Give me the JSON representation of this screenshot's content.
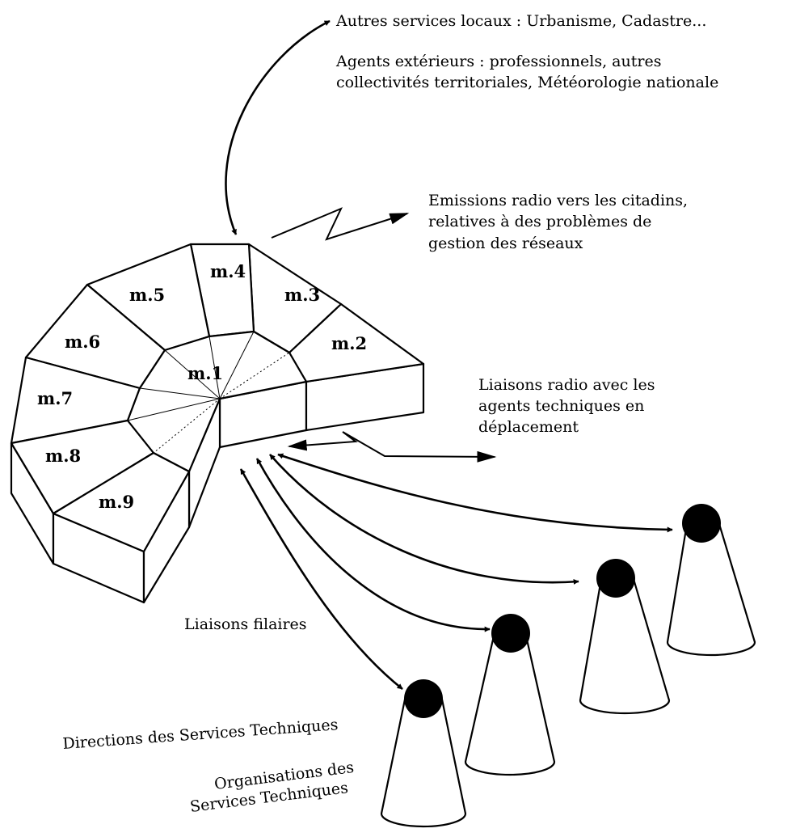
{
  "labels": {
    "services_locaux": "Autres services locaux : Urbanisme, Cadastre...",
    "agents_ext_1": "Agents extérieurs : professionnels, autres",
    "agents_ext_2": "collectivités territoriales, Météorologie nationale",
    "emissions_1": "Emissions radio vers les citadins,",
    "emissions_2": "relatives à des problèmes de",
    "emissions_3": "gestion des réseaux",
    "liaisons_radio_1": "Liaisons radio avec les",
    "liaisons_radio_2": "agents techniques en",
    "liaisons_radio_3": "déplacement",
    "liaisons_filaires": "Liaisons filaires",
    "directions": "Directions des Services Techniques",
    "organisations_1": "Organisations des",
    "organisations_2": "Services Techniques"
  },
  "segments": [
    "m.1",
    "m.2",
    "m.3",
    "m.4",
    "m.5",
    "m.6",
    "m.7",
    "m.8",
    "m.9"
  ]
}
